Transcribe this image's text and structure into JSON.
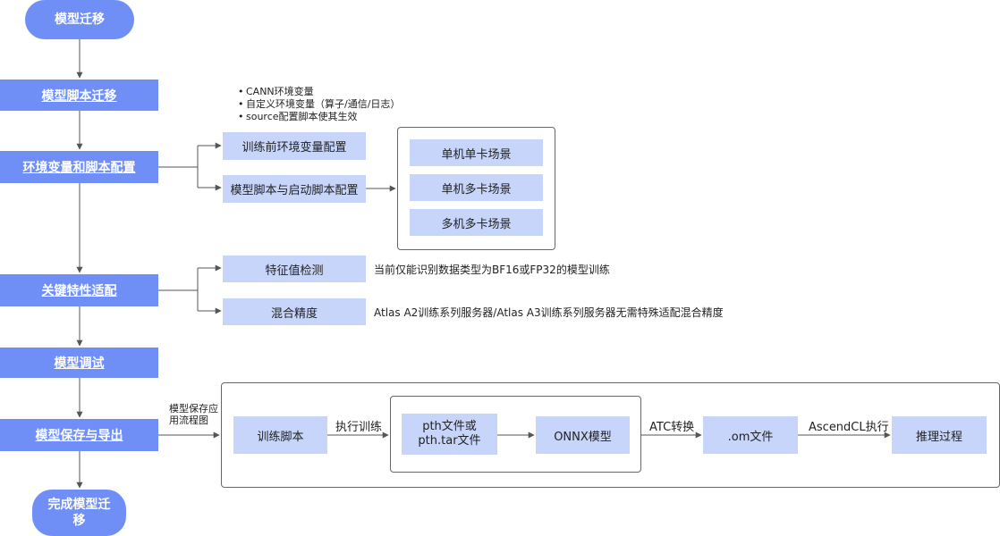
{
  "flow": {
    "start": "模型迁移",
    "end": "完成模型迁\n移",
    "steps": [
      "模型脚本迁移",
      "环境变量和脚本配置",
      "关键特性适配",
      "模型调试",
      "模型保存与导出"
    ]
  },
  "env_config": {
    "notes": [
      "CANN环境变量",
      "自定义环境变量（算子/通信/日志）",
      "source配置脚本使其生效"
    ],
    "pre_training_env": "训练前环境变量配置",
    "script_launch": "模型脚本与启动脚本配置",
    "scenarios": [
      "单机单卡场景",
      "单机多卡场景",
      "多机多卡场景"
    ]
  },
  "key_features": {
    "feature_check": "特征值检测",
    "feature_check_note": "当前仅能识别数据类型为BF16或FP32的模型训练",
    "mixed_precision": "混合精度",
    "mixed_precision_note": "Atlas A2训练系列服务器/Atlas A3训练系列服务器无需特殊适配混合精度"
  },
  "save_export": {
    "side_label": "模型保存应\n用流程图",
    "training_script": "训练脚本",
    "train_label": "执行训练",
    "pth_file": "pth文件或\npth.tar文件",
    "onnx": "ONNX模型",
    "atc_label": "ATC转换",
    "om_file": ".om文件",
    "acl_label": "AscendCL执行",
    "inference": "推理过程"
  },
  "colors": {
    "primary": "#6f8ff7",
    "secondary": "#c7d5fb",
    "line": "#555555"
  }
}
